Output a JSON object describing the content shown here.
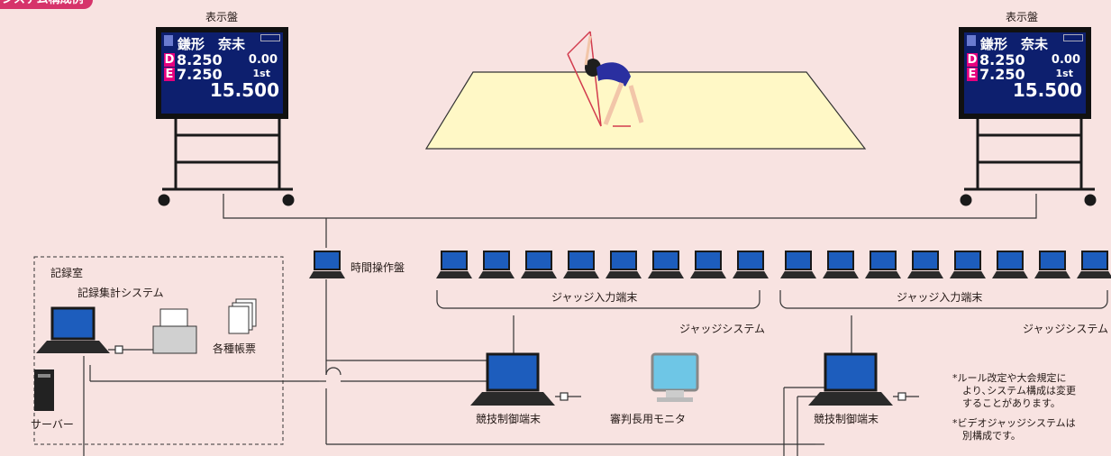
{
  "header": {
    "badge": "システム構成例"
  },
  "displays": {
    "label_left": "表示盤",
    "label_right": "表示盤",
    "athlete_name": "鎌形　奈未",
    "d_letter": "D",
    "d_score": "8.250",
    "e_letter": "E",
    "e_score": "7.250",
    "penalty": "0.00",
    "rank": "1st",
    "total": "15.500"
  },
  "time_panel": {
    "label": "時間操作盤"
  },
  "judge_groups": [
    {
      "terminals_label": "ジャッジ入力端末",
      "system_label": "ジャッジシステム",
      "terminal_count": 8
    },
    {
      "terminals_label": "ジャッジ入力端末",
      "system_label": "ジャッジシステム",
      "terminal_count": 8
    }
  ],
  "record_room": {
    "title": "記録室",
    "system_label": "記録集計システム",
    "forms_label": "各種帳票",
    "server_label": "サーバー"
  },
  "control_terminals": {
    "left_label": "競技制御端末",
    "right_label": "競技制御端末"
  },
  "head_judge_monitor": {
    "label": "審判長用モニタ"
  },
  "notes": [
    "*ルール改定や大会規定に",
    "　より､システム構成は変更",
    "　することがあります。",
    "*ビデオジャッジシステムは",
    "　別構成です。"
  ],
  "colors": {
    "background": "#f8e3e1",
    "badge": "#d6336a",
    "floor": "#fff8c6",
    "screen": "#1d5dbd",
    "board": "#0d1f6e"
  }
}
